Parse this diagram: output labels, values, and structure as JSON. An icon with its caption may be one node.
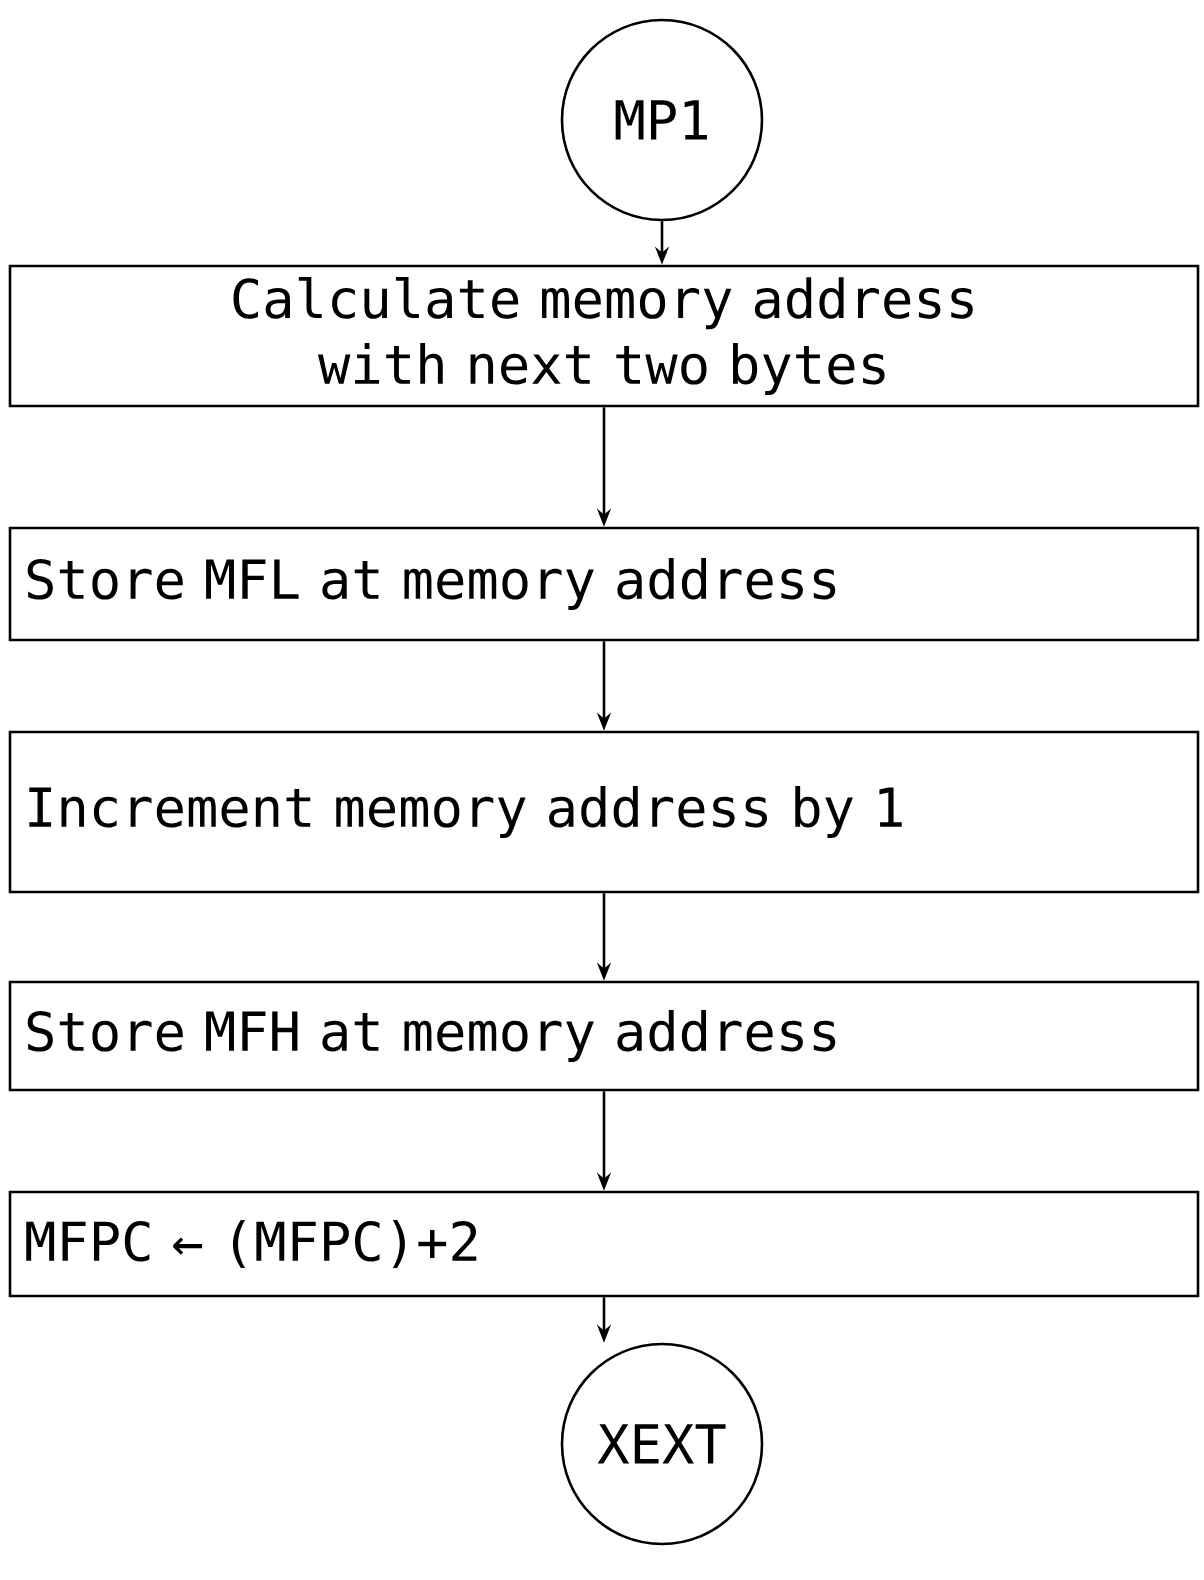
{
  "diagram": {
    "nodes": [
      {
        "text": [
          "MP1"
        ]
      },
      {
        "text": [
          "Calculate memory address with next two bytes"
        ]
      },
      {
        "text": [
          "Store MFL at memory address"
        ]
      },
      {
        "text": [
          "Increment memory address by 1"
        ]
      },
      {
        "text": [
          "Store MFH at memory address"
        ]
      },
      {
        "text": [
          "MFPC ← (MFPC)+2"
        ]
      },
      {
        "text": [
          "XEXT"
        ]
      }
    ],
    "edges": [
      {
        "from": 0,
        "to": 1,
        "arrow": "to"
      },
      {
        "from": 1,
        "to": 2,
        "arrow": "to"
      },
      {
        "from": 2,
        "to": 3,
        "arrow": "to"
      },
      {
        "from": 3,
        "to": 4,
        "arrow": "to"
      },
      {
        "from": 4,
        "to": 5,
        "arrow": "to"
      },
      {
        "from": 5,
        "to": 6,
        "arrow": "to"
      }
    ]
  }
}
